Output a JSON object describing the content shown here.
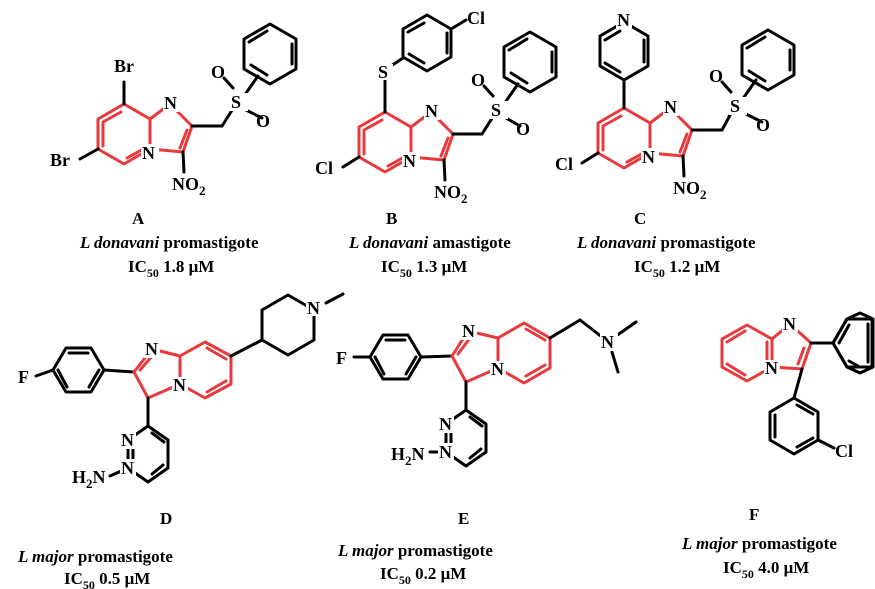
{
  "colors": {
    "scaffold": "#e8393c",
    "bond": "#000000",
    "text": "#000000"
  },
  "compounds": [
    {
      "letter": "A",
      "organism": "L donavani",
      "stage": "promastigote",
      "ic50_label": "IC",
      "ic50_sub": "50",
      "ic50_value": "1.8 μM",
      "atoms": {
        "br1": "Br",
        "br2": "Br",
        "s": "S",
        "o1": "O",
        "o2": "O",
        "n1": "N",
        "n2": "N",
        "no2_n": "NO",
        "no2_sub": "2"
      }
    },
    {
      "letter": "B",
      "organism": "L donavani",
      "stage": "amastigote",
      "ic50_label": "IC",
      "ic50_sub": "50",
      "ic50_value": "1.3 μM",
      "atoms": {
        "s_thio": "S",
        "cl1": "Cl",
        "cl2": "Cl",
        "s": "S",
        "o1": "O",
        "o2": "O",
        "n1": "N",
        "n2": "N",
        "no2_n": "NO",
        "no2_sub": "2"
      }
    },
    {
      "letter": "C",
      "organism": "L donavani",
      "stage": "promastigote",
      "ic50_label": "IC",
      "ic50_sub": "50",
      "ic50_value": "1.2 μM",
      "atoms": {
        "npy": "N",
        "cl": "Cl",
        "s": "S",
        "o1": "O",
        "o2": "O",
        "n1": "N",
        "n2": "N",
        "no2_n": "NO",
        "no2_sub": "2"
      }
    },
    {
      "letter": "D",
      "organism": "L major",
      "stage": "promastigote",
      "ic50_label": "IC",
      "ic50_sub": "50",
      "ic50_value": "0.5 μM",
      "atoms": {
        "f": "F",
        "n1": "N",
        "n2": "N",
        "npip": "N",
        "np1": "N",
        "np2": "N",
        "nh2": "H",
        "nh2_sub": "2",
        "nh2_n": "N"
      }
    },
    {
      "letter": "E",
      "organism": "L major",
      "stage": "promastigote",
      "ic50_label": "IC",
      "ic50_sub": "50",
      "ic50_value": "0.2 μM",
      "atoms": {
        "f": "F",
        "n1": "N",
        "n2": "N",
        "nme": "N",
        "np1": "N",
        "np2": "N",
        "nh2": "H",
        "nh2_sub": "2",
        "nh2_n": "N"
      }
    },
    {
      "letter": "F",
      "organism": "L major",
      "stage": "promastigote",
      "ic50_label": "IC",
      "ic50_sub": "50",
      "ic50_value": "4.0 μM",
      "atoms": {
        "n1": "N",
        "n2": "N",
        "cl": "Cl"
      }
    }
  ]
}
